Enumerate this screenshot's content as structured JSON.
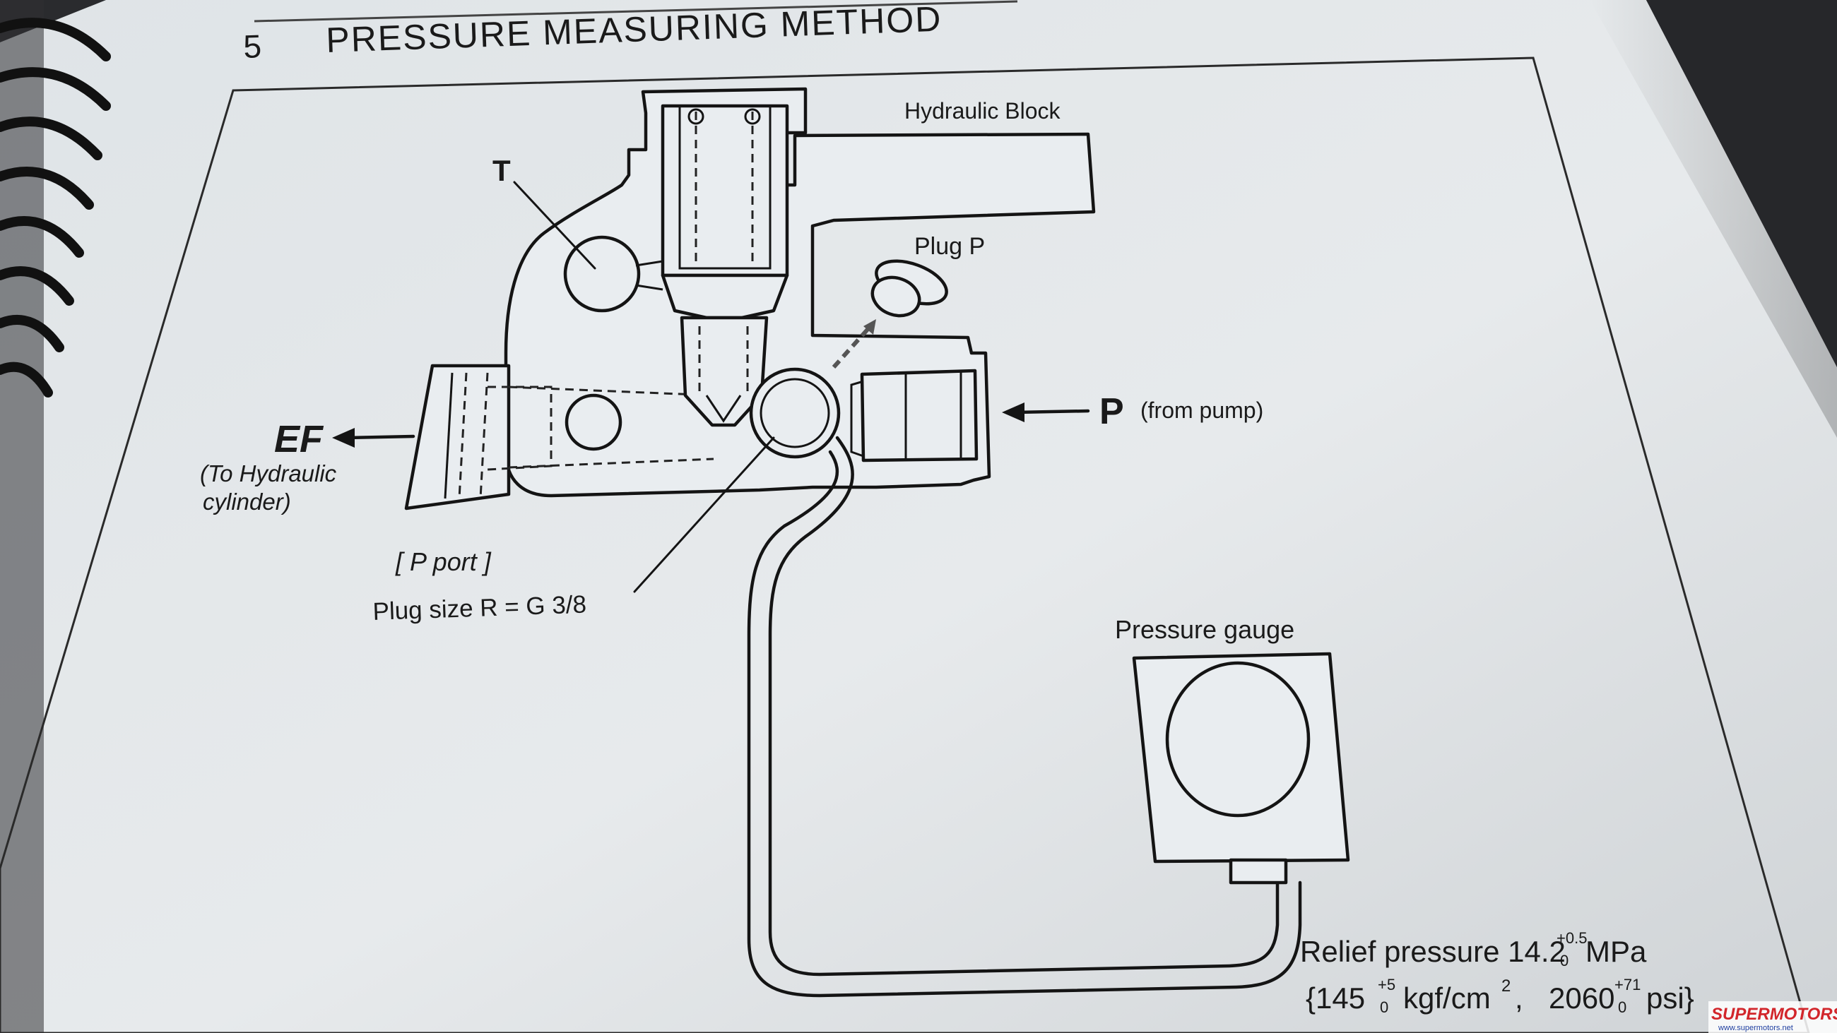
{
  "page": {
    "section_number": "5",
    "title": "PRESSURE MEASURING METHOD"
  },
  "diagram": {
    "label_hydraulic_block": "Hydraulic Block",
    "label_t": "T",
    "label_plug_p": "Plug P",
    "label_p": "P",
    "label_from_pump": "(from pump)",
    "label_ef": "EF",
    "label_to_cylinder_1": "(To Hydraulic",
    "label_to_cylinder_2": "cylinder)",
    "label_p_port": "[ P port ]",
    "label_plug_size": "Plug size R = G 3/8",
    "label_pressure_gauge": "Pressure gauge"
  },
  "spec": {
    "relief_label": "Relief pressure 14.2",
    "relief_sup": "+0.5",
    "relief_sub": "0",
    "relief_unit": "MPa",
    "kgf_open": "{145",
    "kgf_sup": "+5",
    "kgf_sub": "0",
    "kgf_unit": "kgf/cm",
    "kgf_exp": "2",
    "psi_value": "2060",
    "psi_sup": "+71",
    "psi_sub": "0",
    "psi_unit": "psi}"
  },
  "watermark": {
    "brand": "SUPERMOTORS",
    "url": "www.supermotors.net"
  },
  "colors": {
    "paper": "#e4e8eb",
    "ink": "#141414",
    "watermark_red": "#d2262b",
    "watermark_blue": "#1f3fa0"
  }
}
